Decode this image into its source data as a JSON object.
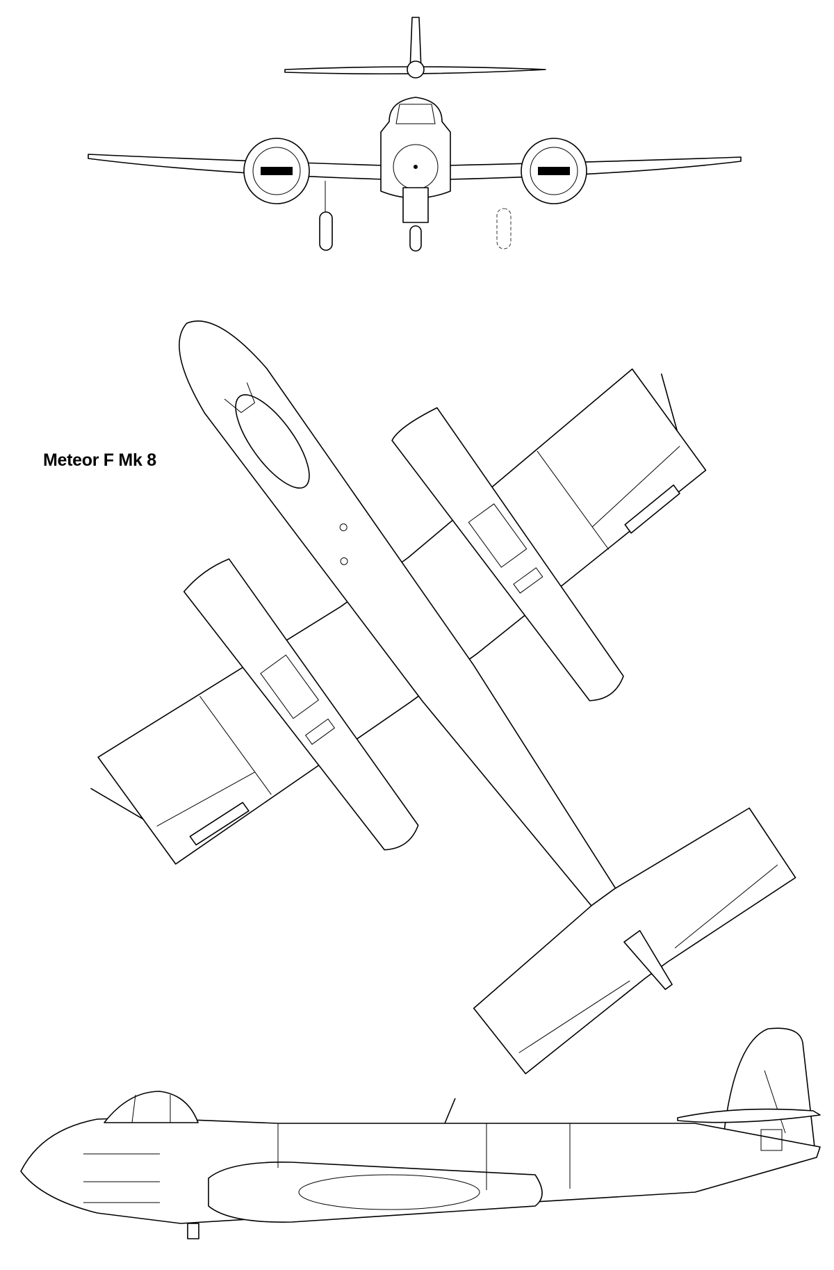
{
  "drawing": {
    "title": "Meteor F Mk 8",
    "views": [
      "front",
      "plan",
      "side"
    ],
    "line_color": "#000000",
    "background": "#ffffff"
  }
}
